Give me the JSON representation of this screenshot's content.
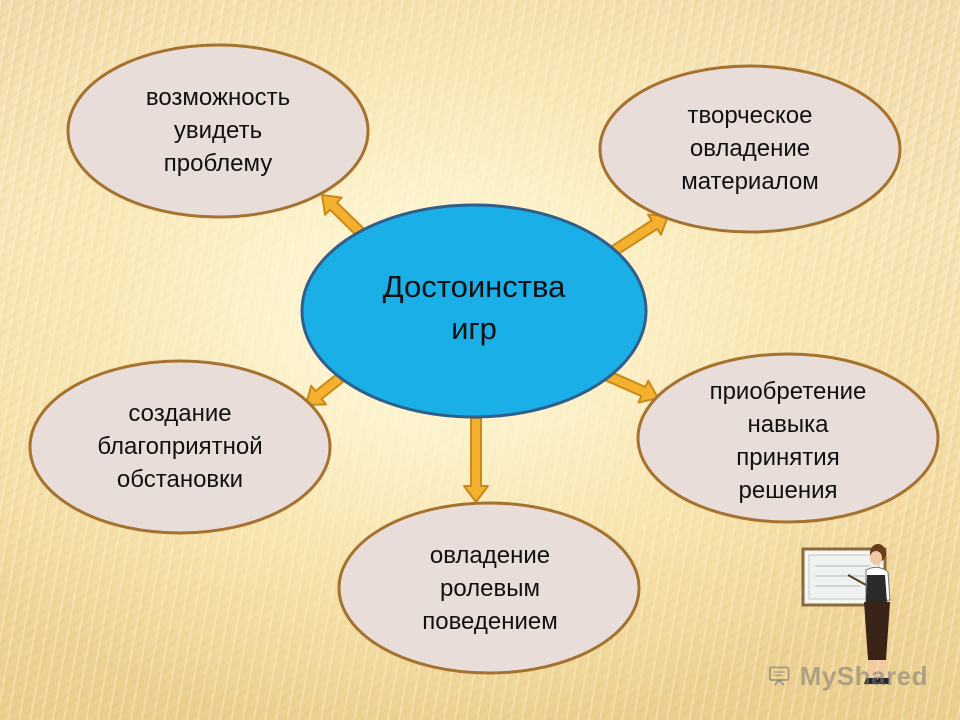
{
  "diagram": {
    "center": {
      "lines": [
        "Достоинства",
        "игр"
      ]
    },
    "nodes": [
      {
        "lines": [
          "возможность",
          "увидеть",
          "проблему"
        ]
      },
      {
        "lines": [
          "творческое",
          "овладение",
          "материалом"
        ]
      },
      {
        "lines": [
          "создание",
          "благоприятной",
          "обстановки"
        ]
      },
      {
        "lines": [
          "приобретение",
          "навыка",
          "принятия",
          "решения"
        ]
      },
      {
        "lines": [
          "овладение",
          "ролевым",
          "поведением"
        ]
      }
    ]
  },
  "colors": {
    "center_fill": "#1aafe6",
    "center_stroke": "#2f5f8a",
    "node_fill": "#e9ddd9",
    "node_stroke": "#a5722f",
    "arrow_fill": "#f4b02f",
    "arrow_stroke": "#c98a1a"
  },
  "watermark": {
    "text": "MyShared",
    "icon": "presentation-board-icon"
  },
  "illustration": {
    "icon": "teacher-at-whiteboard-icon"
  }
}
